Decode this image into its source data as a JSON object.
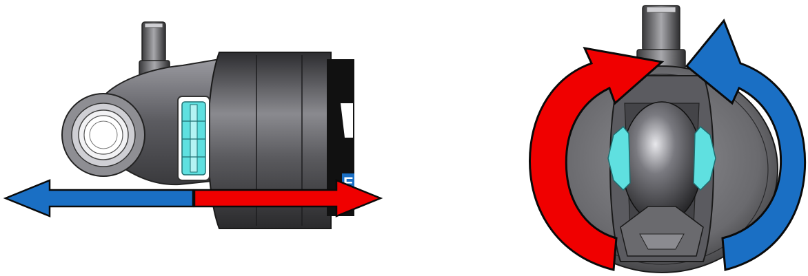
{
  "panels": {
    "side_view": {
      "label_fragment": "E",
      "arrows": [
        {
          "direction": "left",
          "color": "#1a6fc4"
        },
        {
          "direction": "right",
          "color": "#f00000"
        }
      ],
      "adjuster_color": "#5fe0e0"
    },
    "front_view": {
      "arrows": [
        {
          "direction": "clockwise",
          "color": "#f00000"
        },
        {
          "direction": "counter-clockwise",
          "color": "#1a6fc4"
        }
      ],
      "adjuster_color": "#5fe0e0"
    }
  },
  "colors": {
    "body_dark": "#3c3c3e",
    "body_mid": "#6e6e72",
    "body_light": "#b9b9bd",
    "label_black": "#111111",
    "label_blue": "#1a6fc4"
  }
}
